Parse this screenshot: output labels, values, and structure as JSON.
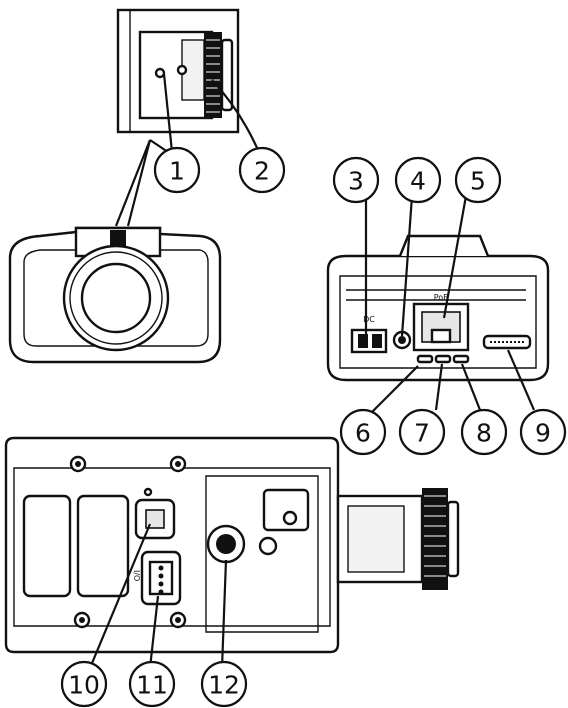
{
  "callouts": [
    {
      "id": 1,
      "label": "1"
    },
    {
      "id": 2,
      "label": "2"
    },
    {
      "id": 3,
      "label": "3"
    },
    {
      "id": 4,
      "label": "4"
    },
    {
      "id": 5,
      "label": "5"
    },
    {
      "id": 6,
      "label": "6"
    },
    {
      "id": 7,
      "label": "7"
    },
    {
      "id": 8,
      "label": "8"
    },
    {
      "id": 9,
      "label": "9"
    },
    {
      "id": 10,
      "label": "10"
    },
    {
      "id": 11,
      "label": "11"
    },
    {
      "id": 12,
      "label": "12"
    }
  ],
  "port_markings": {
    "power_connector": "DC",
    "network_connector": "PoE",
    "io_connector": "I/O"
  }
}
